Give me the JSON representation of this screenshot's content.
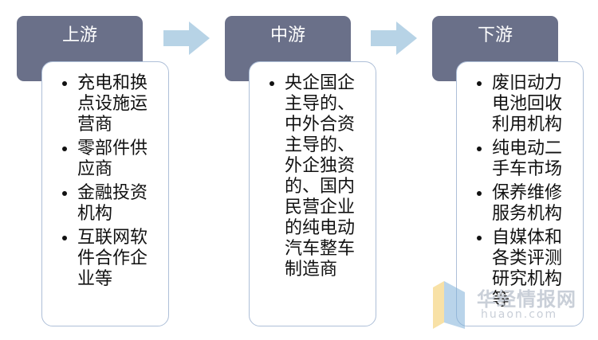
{
  "stages": [
    {
      "title": "上游",
      "items": [
        "充电和换点设施运营商",
        "零部件供应商",
        "金融投资机构",
        "互联网软件合作企业等"
      ]
    },
    {
      "title": "中游",
      "items": [
        "央企国企主导的、中外合资主导的、外企独资的、国内民营企业的纯电动汽车整车制造商"
      ]
    },
    {
      "title": "下游",
      "items": [
        "废旧动力电池回收利用机构",
        "纯电动二手车市场",
        "保养维修服务机构",
        "自媒体和各类评测研究机构等"
      ]
    }
  ],
  "watermark": {
    "name": "华经情报网",
    "url": "huaon.com"
  },
  "colors": {
    "header": "#6a7089",
    "card_border": "#aebfd8",
    "arrow": "#b7d3e6"
  }
}
